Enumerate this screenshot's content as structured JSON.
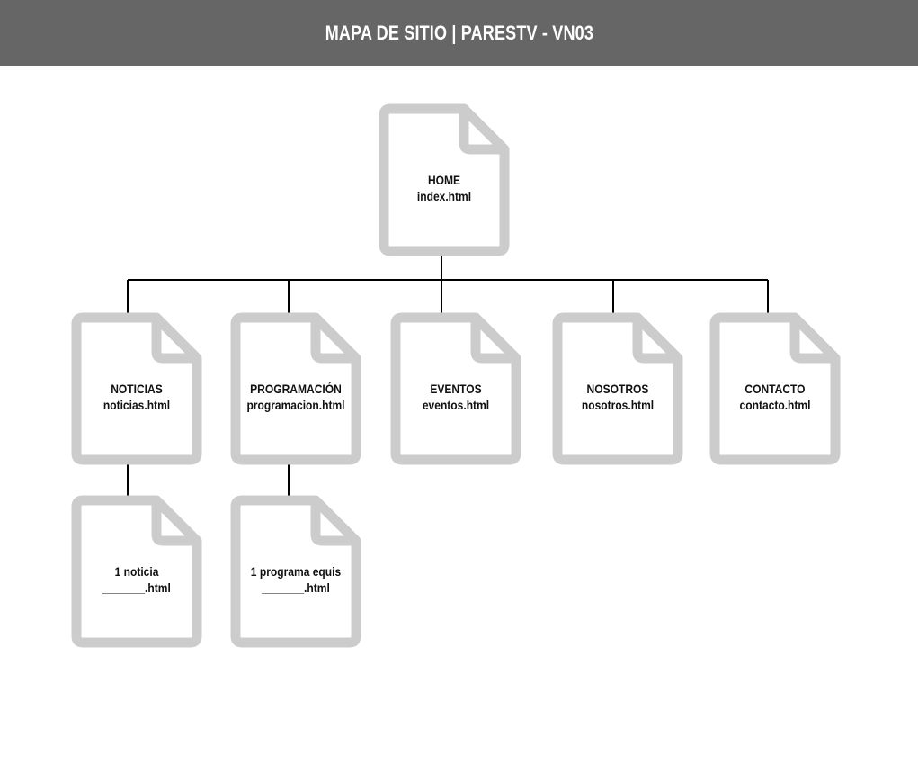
{
  "header": {
    "title": "MAPA DE SITIO | PARESTV - VN03"
  },
  "colors": {
    "header_bg": "#666666",
    "page_outline": "#cccccc",
    "connector": "#000000"
  },
  "pages": {
    "home": {
      "title": "HOME",
      "file": "index.html"
    },
    "noticias": {
      "title": "NOTICIAS",
      "file": "noticias.html"
    },
    "programacion": {
      "title": "PROGRAMACIÓN",
      "file": "programacion.html"
    },
    "eventos": {
      "title": "EVENTOS",
      "file": "eventos.html"
    },
    "nosotros": {
      "title": "NOSOTROS",
      "file": "nosotros.html"
    },
    "contacto": {
      "title": "CONTACTO",
      "file": "contacto.html"
    },
    "noticia_item": {
      "title": "1 noticia",
      "file": "_______.html"
    },
    "programa_item": {
      "title": "1 programa equis",
      "file": "_______.html"
    }
  }
}
